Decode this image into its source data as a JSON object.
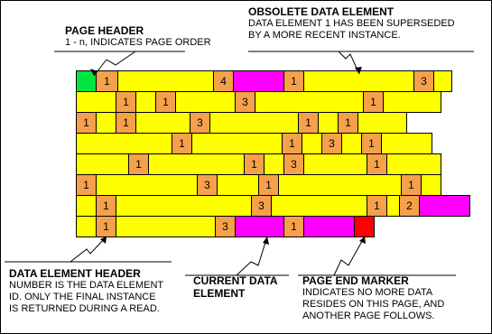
{
  "colors": {
    "page_header": "#00e640",
    "data_element_header": "#f5a04a",
    "current_data": "#ffff00",
    "obsolete_data": "#ff00ff",
    "page_end_marker": "#ff0000",
    "outline": "#000000"
  },
  "labels": {
    "page_header": {
      "title": "PAGE HEADER",
      "lines": [
        "1 - n, INDICATES PAGE ORDER"
      ]
    },
    "obsolete": {
      "title": "OBSOLETE DATA ELEMENT",
      "lines": [
        "DATA ELEMENT 1 HAS BEEN SUPERSEDED",
        "BY A MORE RECENT INSTANCE."
      ]
    },
    "data_element_header": {
      "title": "DATA ELEMENT HEADER",
      "lines": [
        "NUMBER IS THE DATA ELEMENT",
        "ID. ONLY THE FINAL INSTANCE",
        "IS RETURNED DURING A READ."
      ]
    },
    "current": {
      "title_lines": [
        "CURRENT DATA",
        "ELEMENT"
      ]
    },
    "page_end": {
      "title": "PAGE END MARKER",
      "lines": [
        "INDICATES NO MORE DATA",
        "RESIDES ON THIS PAGE, AND",
        "ANOTHER PAGE FOLLOWS."
      ]
    }
  },
  "rows": [
    [
      [
        "P",
        ""
      ],
      [
        "H",
        "1"
      ],
      [
        "Y",
        ""
      ],
      [
        "H",
        "4"
      ],
      [
        "M",
        ""
      ],
      [
        "H",
        "1"
      ],
      [
        "Y",
        ""
      ],
      [
        "H",
        "3"
      ],
      [
        "Y",
        ""
      ]
    ],
    [
      [
        "Y",
        ""
      ],
      [
        "H",
        "1"
      ],
      [
        "Y",
        ""
      ],
      [
        "H",
        "1"
      ],
      [
        "Y",
        ""
      ],
      [
        "H",
        "3"
      ],
      [
        "Y",
        ""
      ],
      [
        "H",
        "1"
      ],
      [
        "Y",
        ""
      ]
    ],
    [
      [
        "H",
        "1"
      ],
      [
        "Y",
        ""
      ],
      [
        "H",
        "1"
      ],
      [
        "Y",
        ""
      ],
      [
        "H",
        "3"
      ],
      [
        "Y",
        ""
      ],
      [
        "H",
        "1"
      ],
      [
        "Y",
        ""
      ],
      [
        "H",
        "1"
      ],
      [
        "Y",
        ""
      ]
    ],
    [
      [
        "Y",
        ""
      ],
      [
        "H",
        "1"
      ],
      [
        "Y",
        ""
      ],
      [
        "H",
        "1"
      ],
      [
        "Y",
        ""
      ],
      [
        "H",
        "3"
      ],
      [
        "Y",
        ""
      ],
      [
        "H",
        "1"
      ],
      [
        "Y",
        ""
      ]
    ],
    [
      [
        "Y",
        ""
      ],
      [
        "H",
        "1"
      ],
      [
        "Y",
        ""
      ],
      [
        "H",
        "1"
      ],
      [
        "Y",
        ""
      ],
      [
        "H",
        "3"
      ],
      [
        "Y",
        ""
      ],
      [
        "H",
        "1"
      ],
      [
        "Y",
        ""
      ]
    ],
    [
      [
        "H",
        "1"
      ],
      [
        "Y",
        ""
      ],
      [
        "H",
        "3"
      ],
      [
        "Y",
        ""
      ],
      [
        "H",
        "1"
      ],
      [
        "Y",
        ""
      ],
      [
        "H",
        "1"
      ],
      [
        "Y",
        ""
      ]
    ],
    [
      [
        "Y",
        ""
      ],
      [
        "H",
        "1"
      ],
      [
        "Y",
        ""
      ],
      [
        "H",
        "3"
      ],
      [
        "Y",
        ""
      ],
      [
        "H",
        "1"
      ],
      [
        "Y",
        ""
      ],
      [
        "H",
        "2"
      ],
      [
        "M",
        ""
      ]
    ],
    [
      [
        "Y",
        ""
      ],
      [
        "H",
        "1"
      ],
      [
        "Y",
        ""
      ],
      [
        "H",
        "3"
      ],
      [
        "M",
        ""
      ],
      [
        "H",
        "1"
      ],
      [
        "M",
        ""
      ],
      [
        "E",
        ""
      ]
    ]
  ]
}
